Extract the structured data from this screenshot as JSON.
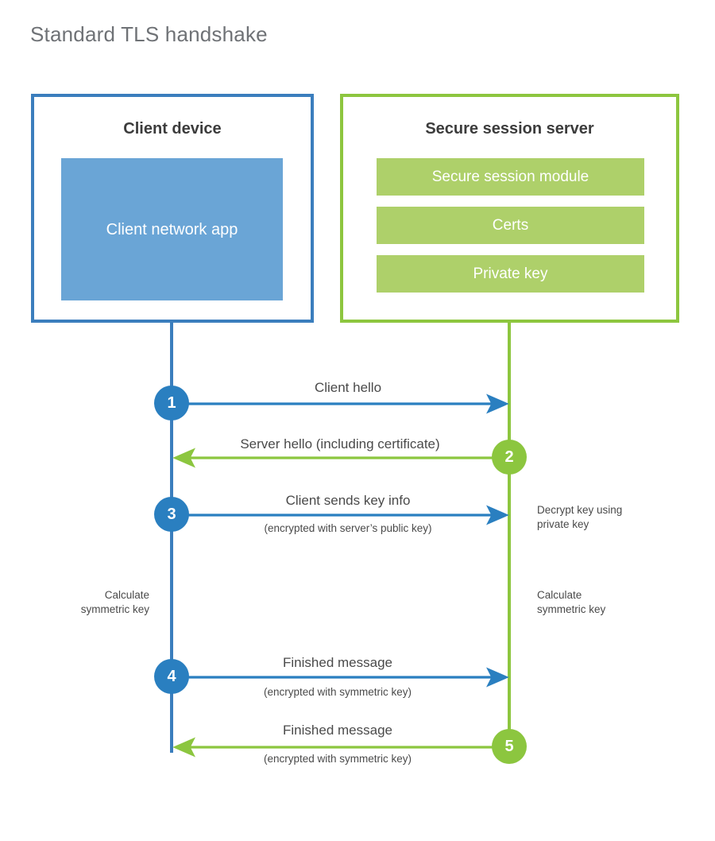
{
  "title": "Standard TLS handshake",
  "parties": {
    "client": {
      "title": "Client device",
      "module": "Client network app",
      "accent": "#3b7ebd",
      "module_color": "#6aa5d6"
    },
    "server": {
      "title": "Secure session server",
      "accent": "#8dc63f",
      "module_color": "#aed06a",
      "modules": [
        {
          "label": "Secure session module"
        },
        {
          "label": "Certs"
        },
        {
          "label": "Private key"
        }
      ]
    }
  },
  "steps": [
    {
      "number": "1",
      "label": "Client hello",
      "sub": "",
      "direction": "client-to-server",
      "color": "#2a7fc0"
    },
    {
      "number": "2",
      "label": "Server hello (including certificate)",
      "sub": "",
      "direction": "server-to-client",
      "color": "#8cc63f"
    },
    {
      "number": "3",
      "label": "Client sends key info",
      "sub": "(encrypted with server’s public key)",
      "direction": "client-to-server",
      "color": "#2a7fc0"
    },
    {
      "number": "4",
      "label": "Finished message",
      "sub": "(encrypted with symmetric key)",
      "direction": "client-to-server",
      "color": "#2a7fc0"
    },
    {
      "number": "5",
      "label": "Finished message",
      "sub": "(encrypted with symmetric key)",
      "direction": "server-to-client",
      "color": "#8cc63f"
    }
  ],
  "notes": {
    "decrypt_key": "Decrypt key using\nprivate key",
    "decrypt_key_line1": "Decrypt key using",
    "decrypt_key_line2": "private key",
    "calc_client_line1": "Calculate",
    "calc_client_line2": "symmetric key",
    "calc_server_line1": "Calculate",
    "calc_server_line2": "symmetric key"
  },
  "colors": {
    "blue_accent": "#3b7ebd",
    "blue_circle": "#2a7fc0",
    "blue_fill": "#6aa5d6",
    "green_accent": "#8dc63f",
    "green_circle": "#8cc63f",
    "green_fill": "#aed06a",
    "text": "#4a4a4a",
    "title": "#6f7276",
    "background": "#ffffff"
  }
}
